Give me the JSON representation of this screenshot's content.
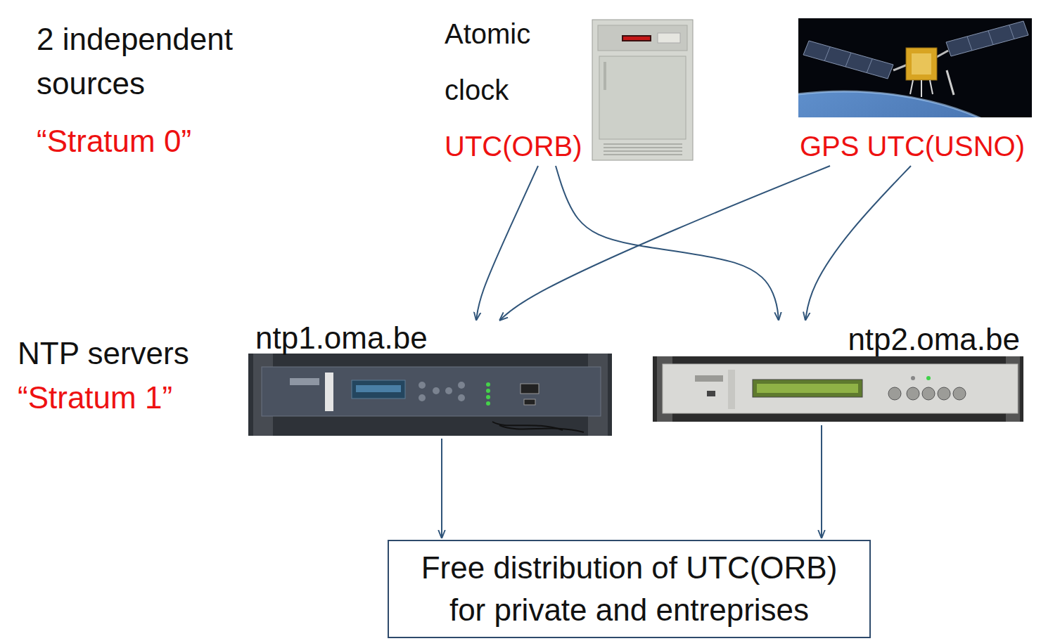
{
  "diagram": {
    "nodes": [
      {
        "text": [
          "Atomic clock",
          "UTC(ORB)"
        ]
      },
      {
        "text": [
          "GPS UTC(USNO)"
        ]
      },
      {
        "text": [
          "ntp1.oma.be"
        ]
      },
      {
        "text": [
          "ntp2.oma.be"
        ]
      },
      {
        "text": [
          "Free distribution of UTC(ORB) for private and entreprises"
        ]
      }
    ],
    "edges": [
      {
        "from": 0,
        "to": 2,
        "arrow": "to"
      },
      {
        "from": 1,
        "to": 2,
        "arrow": "to"
      },
      {
        "from": 0,
        "to": 3,
        "arrow": "to"
      },
      {
        "from": 1,
        "to": 3,
        "arrow": "to"
      },
      {
        "from": 2,
        "to": 4,
        "arrow": "to"
      },
      {
        "from": 3,
        "to": 4,
        "arrow": "to"
      }
    ],
    "labels": [
      "2 independent sources",
      "“Stratum 0”",
      "NTP servers",
      "“Stratum 1”"
    ]
  }
}
